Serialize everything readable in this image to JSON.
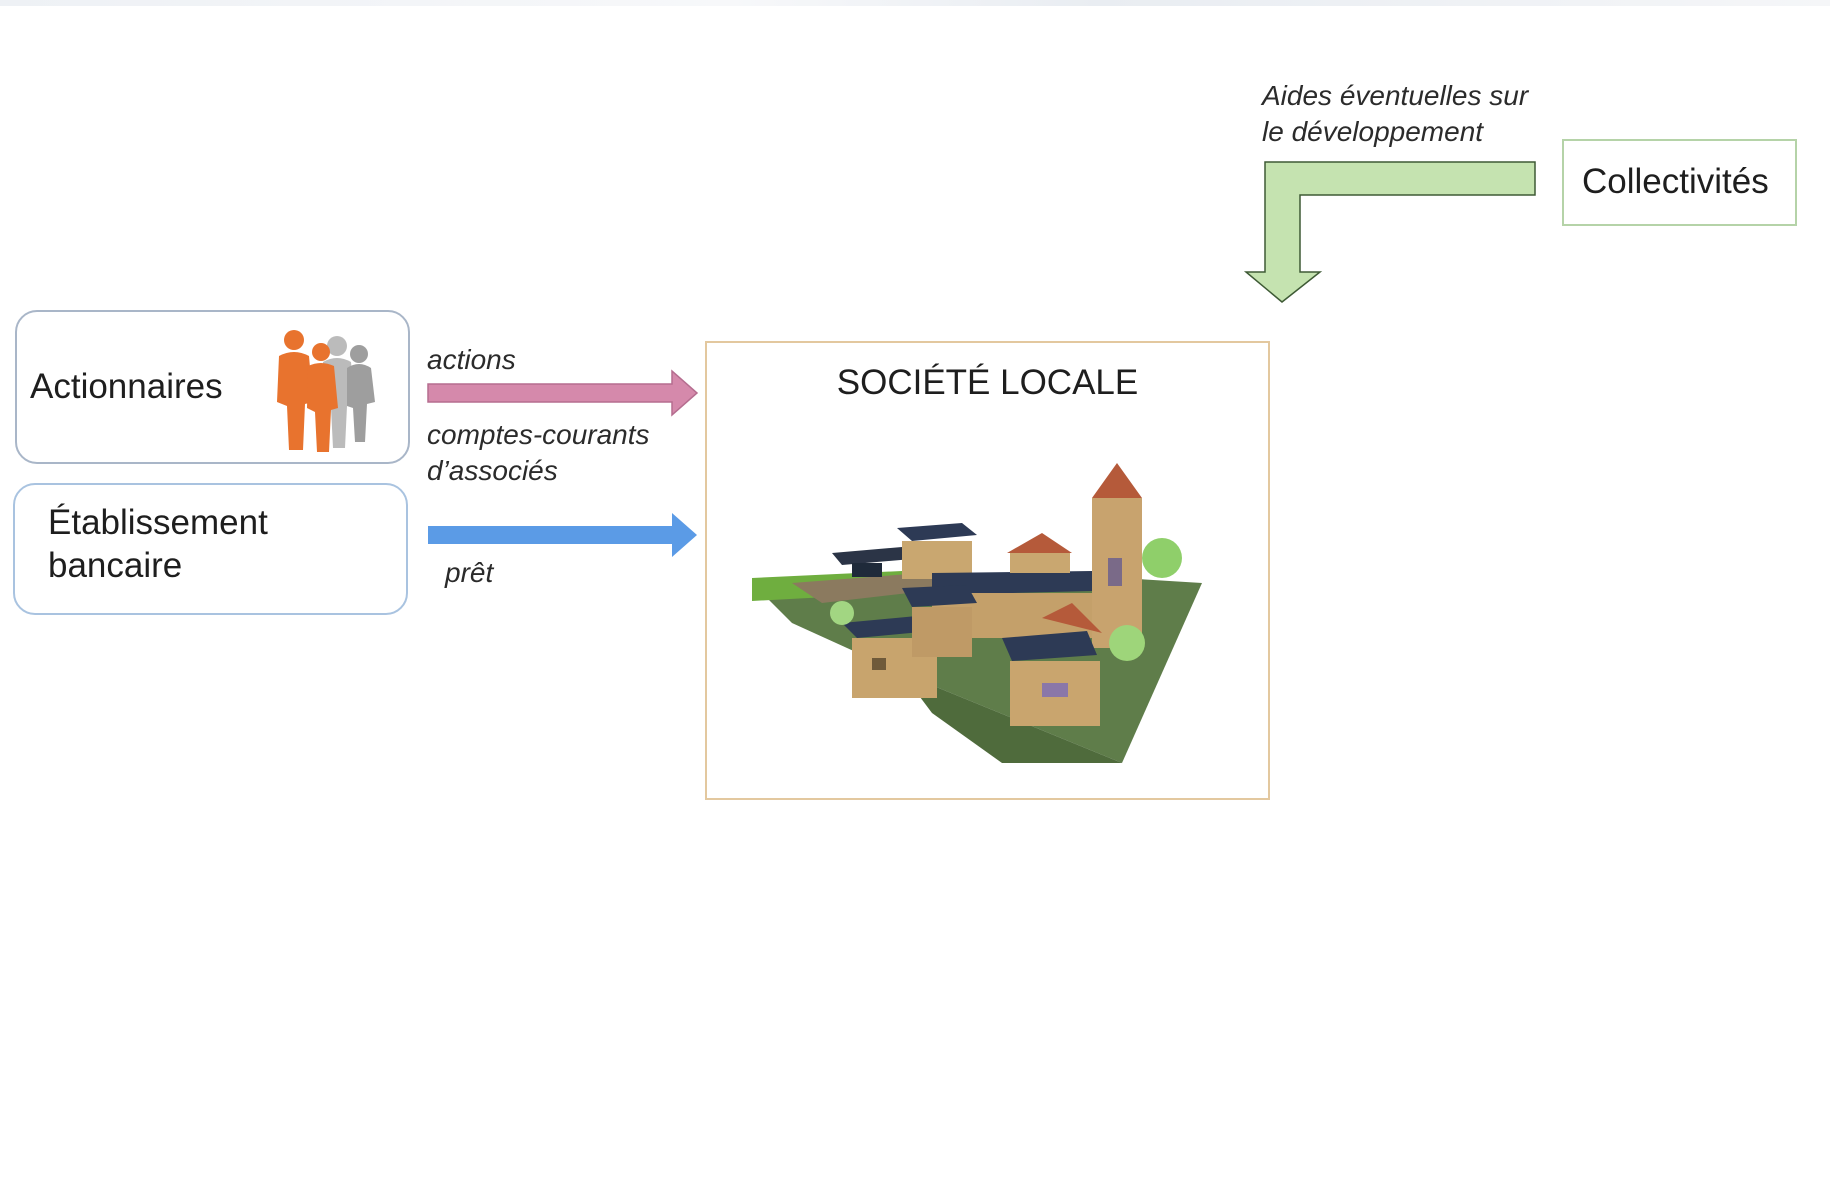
{
  "nodes": {
    "actionnaires": "Actionnaires",
    "banque": "Établissement\nbancaire",
    "collectivites": "Collectivités",
    "societe": "SOCIÉTÉ LOCALE"
  },
  "flows": {
    "actions": "actions",
    "comptes": "comptes-courants\nd’associés",
    "pret": "prêt",
    "aides": "Aides éventuelles sur\nle développement"
  },
  "colors": {
    "actions_arrow": "#d589ab",
    "pret_arrow": "#5b9be6",
    "aides_arrow": "#c5e3b0",
    "people": "#e8732e"
  },
  "icons": {
    "people": "people-silhouette-icon",
    "village": "solar-village-illustration"
  }
}
